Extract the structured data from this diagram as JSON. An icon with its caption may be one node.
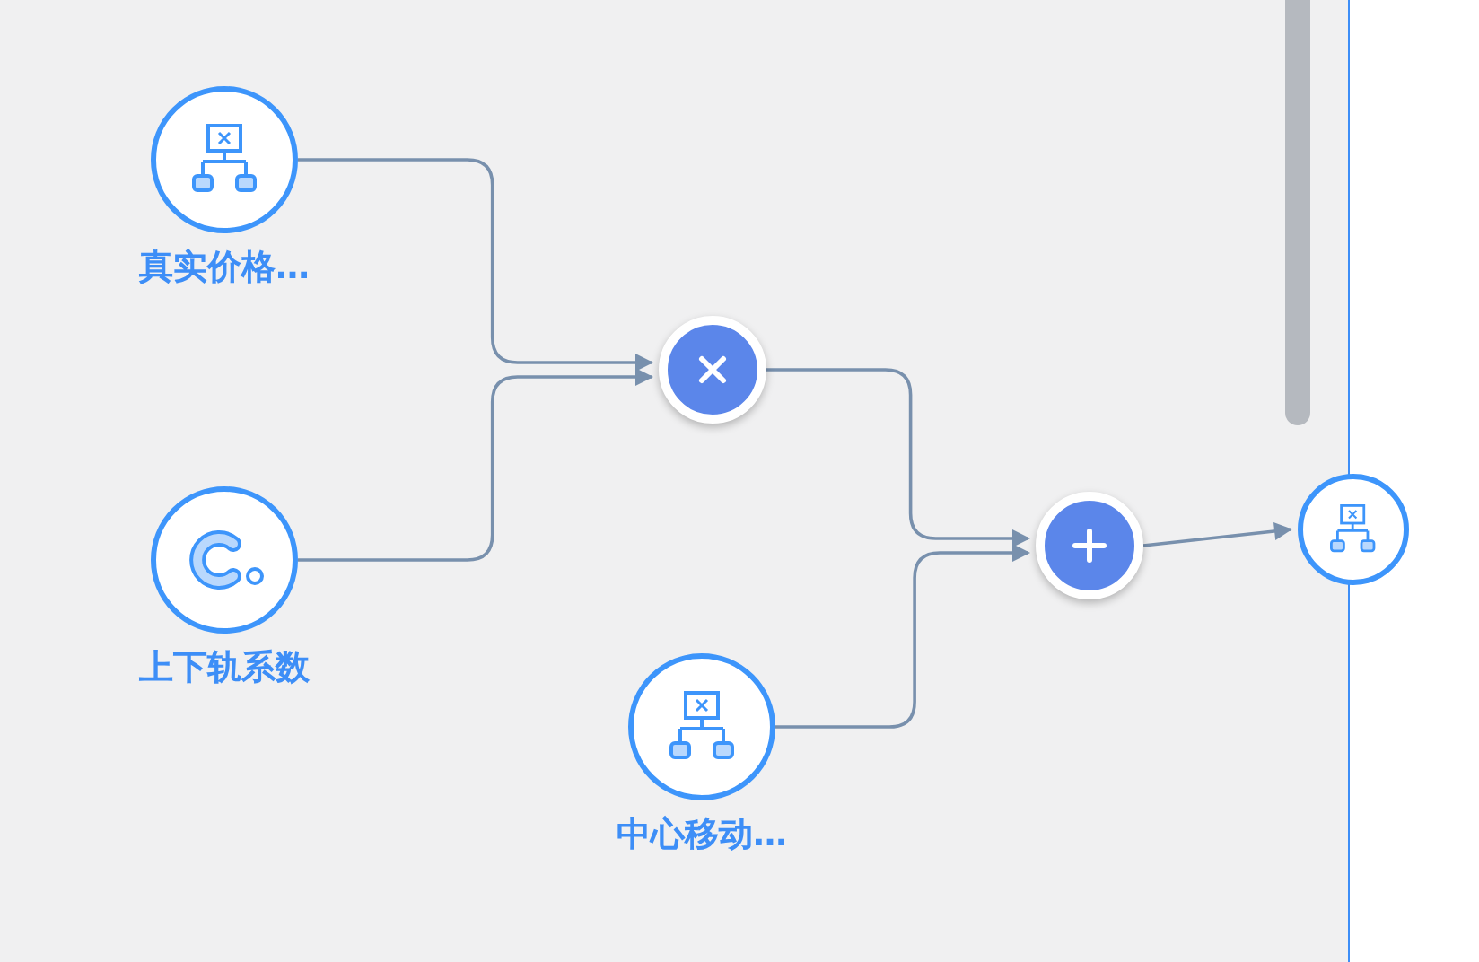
{
  "diagram": {
    "nodes": [
      {
        "text": [
          "真实价格…"
        ]
      },
      {
        "text": [
          "上下轨系数"
        ]
      },
      {
        "text": [],
        "shape": "circle"
      },
      {
        "text": [
          "中心移动…"
        ]
      },
      {
        "text": [],
        "shape": "circle"
      },
      {
        "text": [],
        "shape": "circle"
      }
    ],
    "edges": [
      {
        "from": 0,
        "to": 2,
        "arrow": "to"
      },
      {
        "from": 1,
        "to": 2,
        "arrow": "to"
      },
      {
        "from": 2,
        "to": 4,
        "arrow": "to"
      },
      {
        "from": 3,
        "to": 4,
        "arrow": "to"
      },
      {
        "from": 4,
        "to": 5,
        "arrow": "to"
      }
    ]
  }
}
